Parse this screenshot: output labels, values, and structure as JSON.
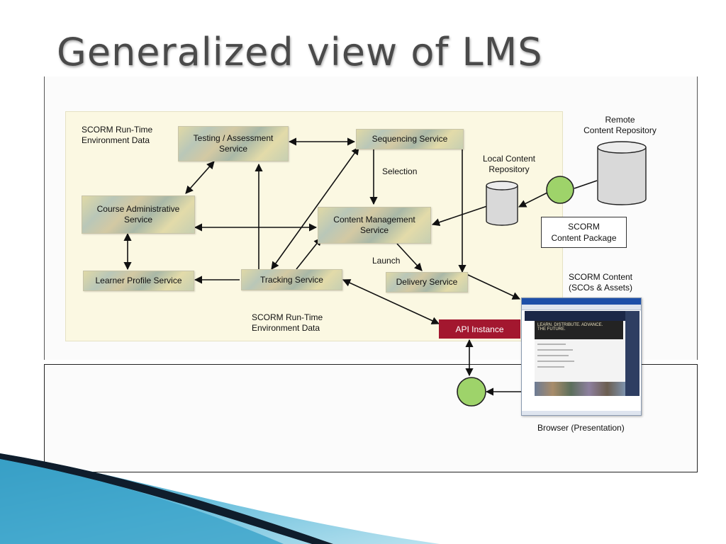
{
  "slide": {
    "title": "Generalized view of LMS"
  },
  "diagram": {
    "env_label_top": "SCORM Run-Time\nEnvironment Data",
    "env_label_bottom": "SCORM Run-Time\nEnvironment Data",
    "services": {
      "testing": "Testing / Assessment\nService",
      "sequencing": "Sequencing Service",
      "course_admin": "Course Administrative\nService",
      "content_mgmt": "Content Management\nService",
      "learner_profile": "Learner Profile Service",
      "tracking": "Tracking Service",
      "delivery": "Delivery Service"
    },
    "edge_labels": {
      "selection": "Selection",
      "launch": "Launch"
    },
    "api_instance": "API Instance",
    "local_repo": "Local Content\nRepository",
    "remote_repo": "Remote\nContent Repository",
    "package": "SCORM\nContent Package",
    "scorm_content": "SCORM Content\n(SCOs & Assets)",
    "browser": "Browser (Presentation)",
    "browser_shot_text": "LEARN. DISTRIBUTE. ADVANCE.\nTHE FUTURE.",
    "colors": {
      "api": "#a3172f",
      "adapter": "#9ed36a",
      "env_background": "#fbf8e2",
      "repository": "#d9d9d9"
    },
    "icons": {
      "adapter": "green-circle-adapter",
      "repository": "cylinder-icon"
    }
  }
}
